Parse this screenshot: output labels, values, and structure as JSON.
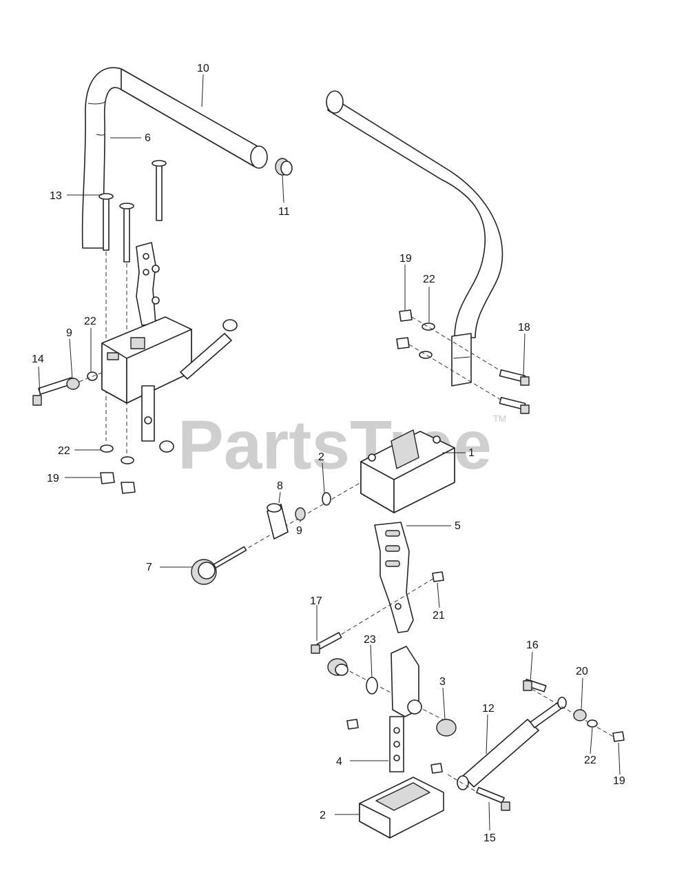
{
  "watermark": {
    "text": "PartsTree",
    "trademark": "TM"
  },
  "callouts": {
    "c10": "10",
    "c6": "6",
    "c11": "11",
    "c13": "13",
    "c22a": "22",
    "c9a": "9",
    "c14": "14",
    "c22b": "22",
    "c19a": "19",
    "c19b": "19",
    "c22c": "22",
    "c18": "18",
    "c1": "1",
    "c2a": "2",
    "c8": "8",
    "c9b": "9",
    "c7": "7",
    "c5": "5",
    "c21": "21",
    "c17": "17",
    "c23": "23",
    "c3": "3",
    "c4": "4",
    "c16": "16",
    "c20": "20",
    "c12": "12",
    "c22d": "22",
    "c19c": "19",
    "c2b": "2",
    "c15": "15"
  }
}
